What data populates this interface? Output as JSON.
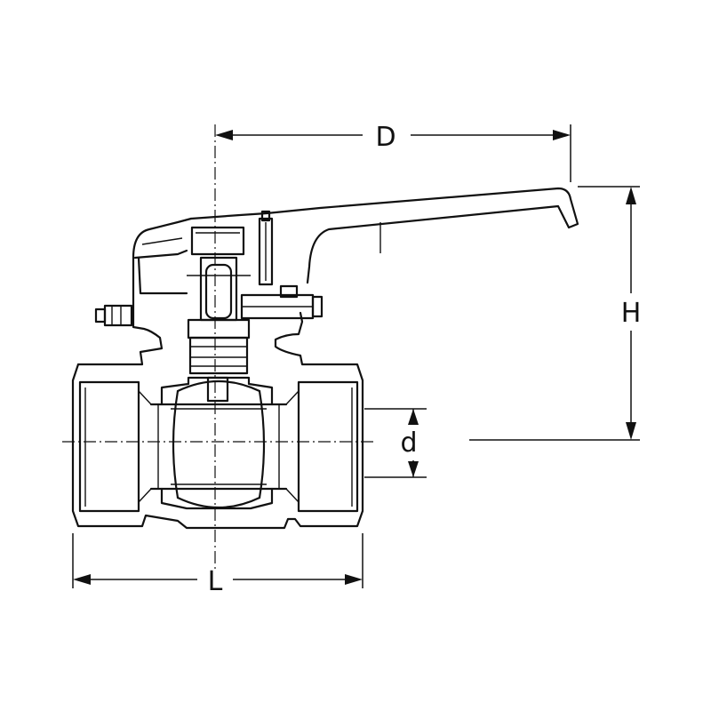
{
  "dimensions": {
    "D": "D",
    "H": "H",
    "d": "d",
    "L": "L"
  },
  "colors": {
    "line": "#111111",
    "background": "#ffffff"
  }
}
